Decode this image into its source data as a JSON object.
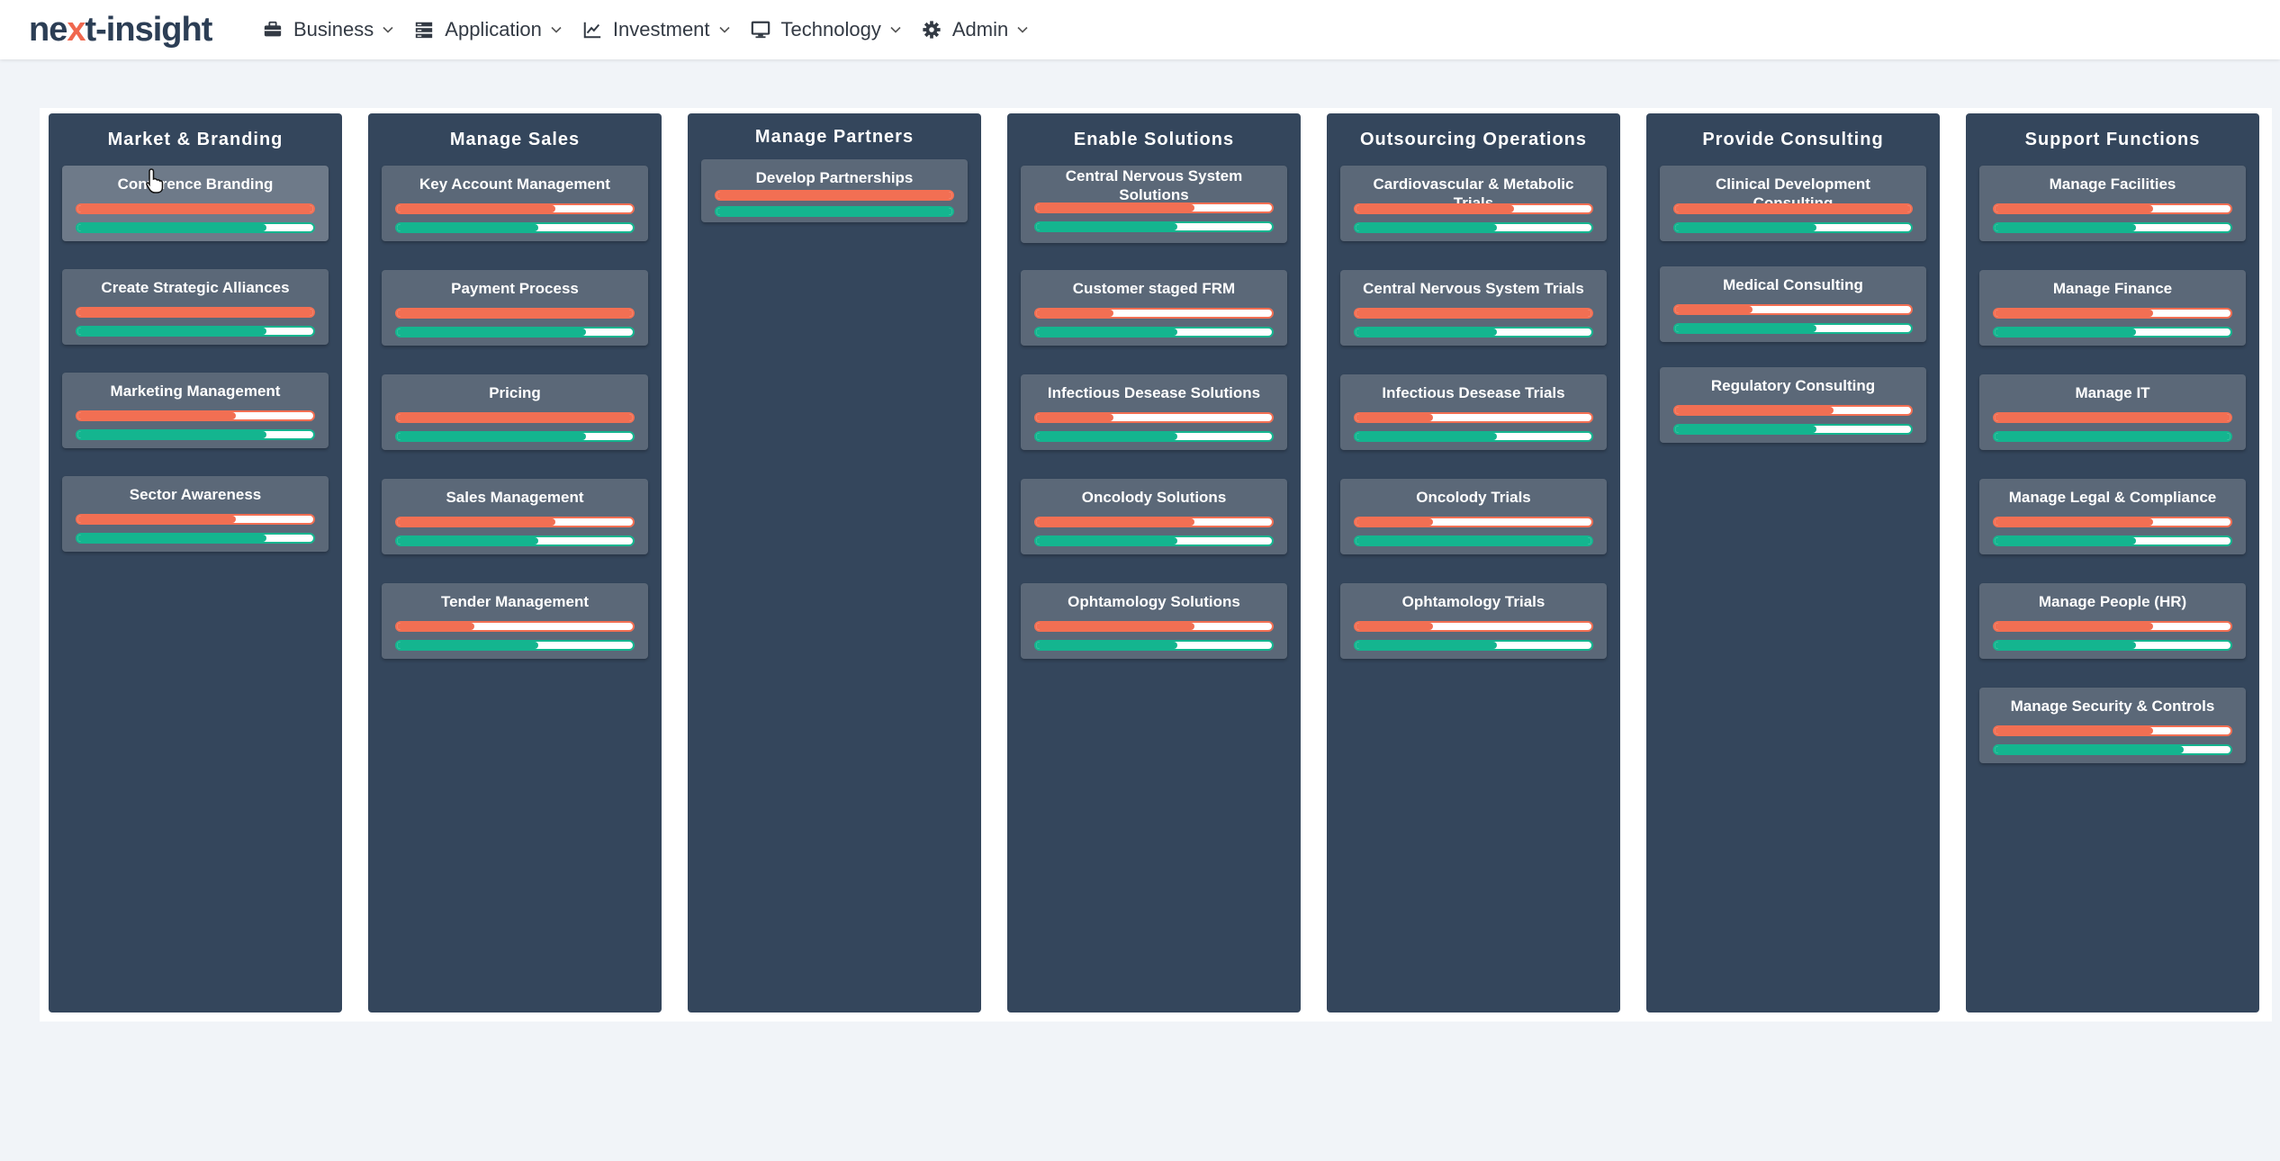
{
  "app": {
    "logo_prefix": "ne",
    "logo_x": "x",
    "logo_suffix": "t-insight"
  },
  "nav": [
    {
      "label": "Business",
      "icon": "briefcase-icon"
    },
    {
      "label": "Application",
      "icon": "server-icon"
    },
    {
      "label": "Investment",
      "icon": "line-chart-icon"
    },
    {
      "label": "Technology",
      "icon": "monitor-icon"
    },
    {
      "label": "Admin",
      "icon": "gear-icon"
    }
  ],
  "colors": {
    "accent_red": "#f26f53",
    "accent_green": "#14b58f",
    "column_bg": "#34465c",
    "card_bg": "#5b6878"
  },
  "columns": [
    {
      "title": "Market & Branding",
      "cards": [
        {
          "label": "Conference Branding",
          "red": 1.0,
          "green": 0.8
        },
        {
          "label": "Create Strategic Alliances",
          "red": 1.0,
          "green": 0.8
        },
        {
          "label": "Marketing Management",
          "red": 0.67,
          "green": 0.8
        },
        {
          "label": "Sector Awareness",
          "red": 0.67,
          "green": 0.8
        }
      ]
    },
    {
      "title": "Manage Sales",
      "cards": [
        {
          "label": "Key Account Management",
          "red": 0.67,
          "green": 0.6
        },
        {
          "label": "Payment Process",
          "red": 1.0,
          "green": 0.8
        },
        {
          "label": "Pricing",
          "red": 1.0,
          "green": 0.8
        },
        {
          "label": "Sales Management",
          "red": 0.67,
          "green": 0.6
        },
        {
          "label": "Tender Management",
          "red": 0.33,
          "green": 0.6
        }
      ]
    },
    {
      "title": "Manage Partners",
      "cards": [
        {
          "label": "Develop Partnerships",
          "red": 1.0,
          "green": 1.0
        }
      ]
    },
    {
      "title": "Enable Solutions",
      "cards": [
        {
          "label": "Central Nervous System Solutions",
          "red": 0.67,
          "green": 0.6
        },
        {
          "label": "Customer staged FRM",
          "red": 0.33,
          "green": 0.6
        },
        {
          "label": "Infectious Desease Solutions",
          "red": 0.33,
          "green": 0.6
        },
        {
          "label": "Oncolody Solutions",
          "red": 0.67,
          "green": 0.6
        },
        {
          "label": "Ophtamology Solutions",
          "red": 0.67,
          "green": 0.6
        }
      ]
    },
    {
      "title": "Outsourcing Operations",
      "cards": [
        {
          "label": "Cardiovascular & Metabolic Trials",
          "red": 0.67,
          "green": 0.6
        },
        {
          "label": "Central Nervous System Trials",
          "red": 1.0,
          "green": 0.6
        },
        {
          "label": "Infectious Desease Trials",
          "red": 0.33,
          "green": 0.6
        },
        {
          "label": "Oncolody Trials",
          "red": 0.33,
          "green": 1.0
        },
        {
          "label": "Ophtamology Trials",
          "red": 0.33,
          "green": 0.6
        }
      ]
    },
    {
      "title": "Provide Consulting",
      "cards": [
        {
          "label": "Clinical Development Consulting",
          "red": 1.0,
          "green": 0.6
        },
        {
          "label": "Medical Consulting",
          "red": 0.33,
          "green": 0.6
        },
        {
          "label": "Regulatory Consulting",
          "red": 0.67,
          "green": 0.6
        }
      ]
    },
    {
      "title": "Support Functions",
      "cards": [
        {
          "label": "Manage Facilities",
          "red": 0.67,
          "green": 0.6
        },
        {
          "label": "Manage Finance",
          "red": 0.67,
          "green": 0.6
        },
        {
          "label": "Manage IT",
          "red": 1.0,
          "green": 1.0
        },
        {
          "label": "Manage Legal & Compliance",
          "red": 0.67,
          "green": 0.6
        },
        {
          "label": "Manage People (HR)",
          "red": 0.67,
          "green": 0.6
        },
        {
          "label": "Manage Security & Controls",
          "red": 0.67,
          "green": 0.8
        }
      ]
    }
  ]
}
